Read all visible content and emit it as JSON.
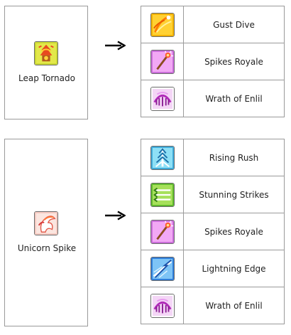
{
  "groups": [
    {
      "source": {
        "name": "Leap Tornado",
        "icon": "leap-tornado-icon"
      },
      "arrow_icon": "right-arrow-icon",
      "results": [
        {
          "name": "Gust Dive",
          "icon": "gust-dive-icon"
        },
        {
          "name": "Spikes Royale",
          "icon": "spikes-royale-icon"
        },
        {
          "name": "Wrath of Enlil",
          "icon": "wrath-of-enlil-icon"
        }
      ]
    },
    {
      "source": {
        "name": "Unicorn Spike",
        "icon": "unicorn-spike-icon"
      },
      "arrow_icon": "right-arrow-icon",
      "results": [
        {
          "name": "Rising Rush",
          "icon": "rising-rush-icon"
        },
        {
          "name": "Stunning Strikes",
          "icon": "stunning-strikes-icon"
        },
        {
          "name": "Spikes Royale",
          "icon": "spikes-royale-icon"
        },
        {
          "name": "Lightning Edge",
          "icon": "lightning-edge-icon"
        },
        {
          "name": "Wrath of Enlil",
          "icon": "wrath-of-enlil-icon"
        }
      ]
    }
  ],
  "colors": {
    "border": "#9a9a9a",
    "text": "#222222",
    "background": "#ffffff"
  }
}
